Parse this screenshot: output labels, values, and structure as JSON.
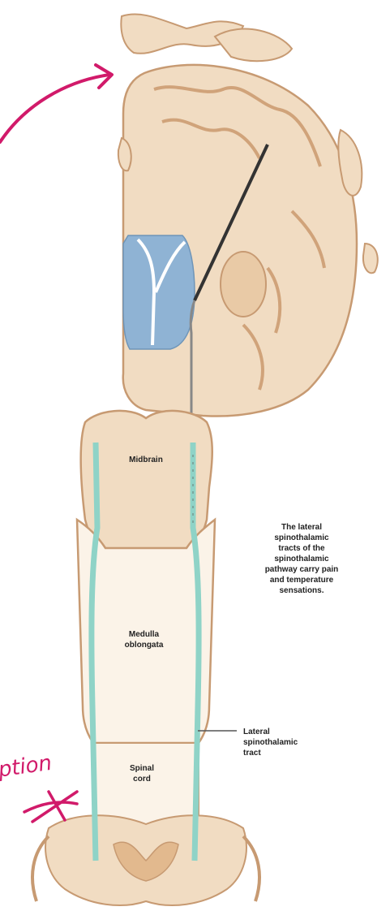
{
  "labels": {
    "midbrain": "Midbrain",
    "medulla": "Medulla\noblongata",
    "spinal_cord": "Spinal\ncord",
    "description": "The lateral\nspinothalamic\ntracts of the\nspinothalamic\npathway carry pain\nand temperature\nsensations.",
    "lateral_tract": "Lateral\nspinothalamic\ntract"
  },
  "annotation": {
    "handwritten_text": "ption"
  },
  "colors": {
    "brain_tissue": "#f1dcc2",
    "brain_outline": "#c79a72",
    "ventricle": "#8fb3d4",
    "tract": "#8fd3c7",
    "tract_path": "#6a6a6a",
    "annotation_ink": "#d11a6a",
    "background": "#ffffff"
  }
}
